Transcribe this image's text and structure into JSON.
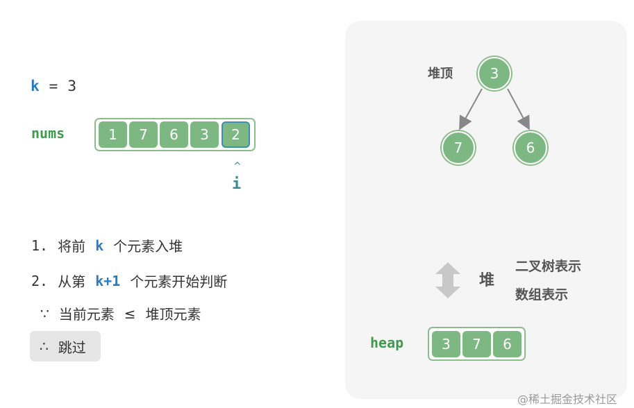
{
  "k_line": {
    "var": "k",
    "eq": "=",
    "value": "3"
  },
  "nums": {
    "label": "nums",
    "values": [
      "1",
      "7",
      "6",
      "3",
      "2"
    ],
    "active_index": 4
  },
  "pointer": {
    "arrow": "^",
    "label": "i"
  },
  "steps": [
    {
      "num": "1.",
      "pre": "将前",
      "k": "k",
      "post": "个元素入堆"
    },
    {
      "num": "2.",
      "pre": "从第",
      "k": "k+1",
      "post": "个元素开始判断"
    }
  ],
  "condition": {
    "symbol": "∵",
    "left": "当前元素",
    "op": "≤",
    "right": "堆顶元素"
  },
  "result": {
    "symbol": "∴",
    "text": "跳过"
  },
  "tree": {
    "top_label": "堆顶",
    "root": "3",
    "left": "7",
    "right": "6"
  },
  "legend": {
    "heap": "堆",
    "repr_tree": "二叉树表示",
    "repr_array": "数组表示"
  },
  "heap": {
    "label": "heap",
    "values": [
      "3",
      "7",
      "6"
    ]
  },
  "watermark": "@稀土掘金技术社区",
  "colors": {
    "node": "#7db883",
    "border": "#8bbd8b",
    "accent_k": "#2c7bbf",
    "label_green": "#3f9a4f",
    "pointer": "#3b8a8f"
  }
}
